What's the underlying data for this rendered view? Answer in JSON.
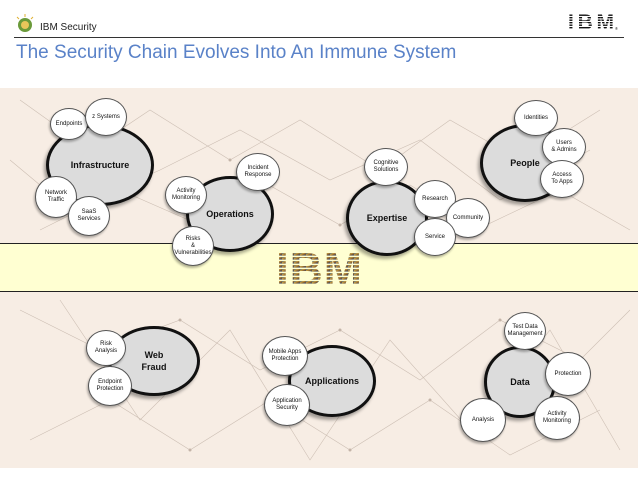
{
  "header": {
    "label": "IBM Security",
    "logo_text": "IBM"
  },
  "title": "The Security Chain Evolves Into An Immune System",
  "strip": {
    "logo_text": "IBM"
  },
  "clusters": {
    "infrastructure": {
      "center": "Infrastructure",
      "satellites": {
        "endpoints": "Endpoints",
        "z_systems": "z Systems",
        "network_traffic": "Network\nTraffic",
        "saas_services": "SaaS\nServices"
      }
    },
    "operations": {
      "center": "Operations",
      "satellites": {
        "incident_response": "Incident\nResponse",
        "activity_monitoring": "Activity\nMonitoring",
        "risks_vulnerabilities": "Risks\n& Vulnerabilities"
      }
    },
    "expertise": {
      "center": "Expertise",
      "satellites": {
        "cognitive_solutions": "Cognitive\nSolutions",
        "research": "Research",
        "community": "Community",
        "service": "Service"
      }
    },
    "people": {
      "center": "People",
      "satellites": {
        "identities": "Identities",
        "users_admins": "Users\n& Admins",
        "access_to_apps": "Access\nTo Apps"
      }
    },
    "web_fraud": {
      "center": "Web\nFraud",
      "satellites": {
        "risk_analysis": "Risk\nAnalysis",
        "endpoint_protection": "Endpoint\nProtection"
      }
    },
    "applications": {
      "center": "Applications",
      "satellites": {
        "mobile_apps_protection": "Mobile Apps\nProtection",
        "application_security": "Application\nSecurity"
      }
    },
    "data": {
      "center": "Data",
      "satellites": {
        "test_data_management": "Test Data\nManagement",
        "protection": "Protection",
        "analysis": "Analysis",
        "activity_monitoring": "Activity\nMonitoring"
      }
    }
  }
}
